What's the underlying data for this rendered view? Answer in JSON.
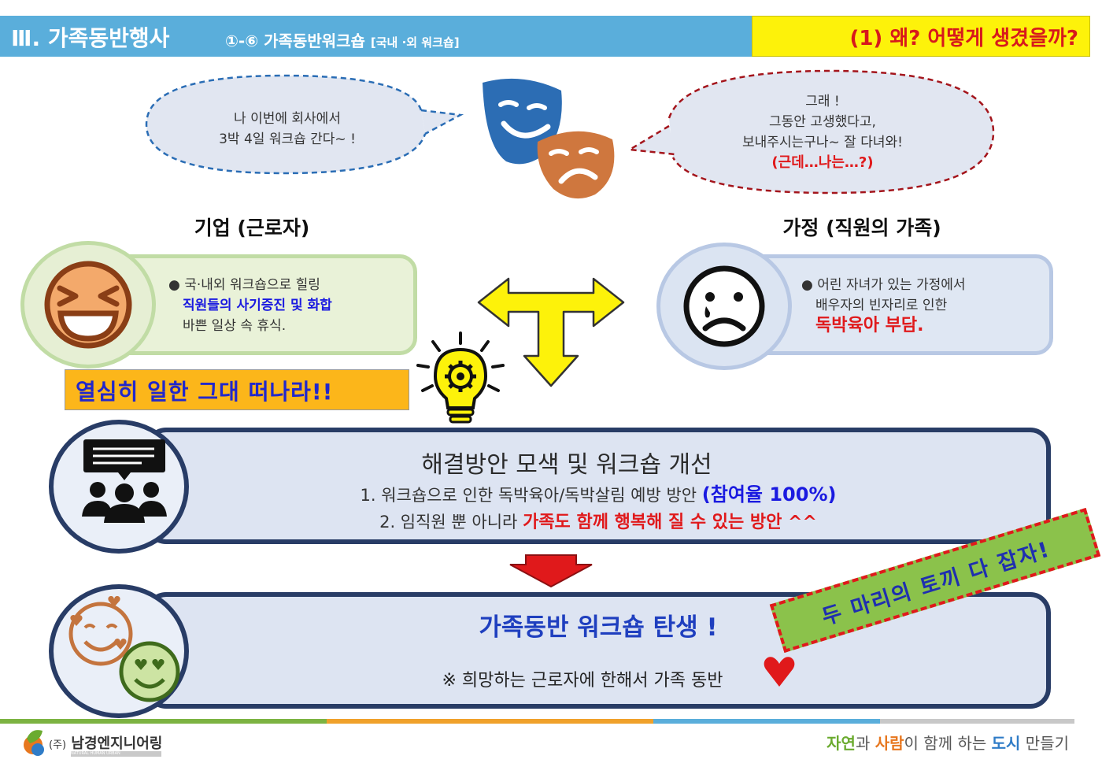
{
  "header": {
    "section": "Ⅲ. 가족동반행사",
    "subtitle": "①-⑥ 가족동반워크숍",
    "subtitle_small": "[국내 ·외 워크숍]",
    "question": "(1) 왜? 어떻게 생겼을까?"
  },
  "bubbles": {
    "left_lines": [
      "나 이번에 회사에서",
      "3박 4일 워크숍 간다~ !"
    ],
    "right_lines": [
      "그래 !",
      "그동안 고생했다고,",
      "보내주시는구나~ 잘 다녀와!"
    ],
    "right_emphasis": "(근데…나는…?)"
  },
  "company": {
    "title": "기업 (근로자)",
    "bullet": "●",
    "line1": "국·내외 워크숍으로 힐링",
    "line2": "직원들의 사기증진 및 화합",
    "line3": "바쁜 일상 속 휴식."
  },
  "family": {
    "title": "가정 (직원의 가족)",
    "bullet": "●",
    "line1": "어린 자녀가 있는 가정에서",
    "line2": "배우자의 빈자리로 인한",
    "line3": "독박육아 부담."
  },
  "slogan": "열심히 일한 그대 떠나라!!",
  "solution": {
    "title": "해결방안 모색 및 워크숍 개선",
    "line1_text": "1. 워크숍으로 인한 독박육아/독박살림 예방 방안",
    "line1_emphasis": "(참여율 100%)",
    "line2_text": "2. 임직원 뿐 아니라",
    "line2_emphasis": "가족도 함께 행복해 질 수 있는 방안 ^^"
  },
  "result": {
    "title": "가족동반 워크숍 탄생 !",
    "note": "※ 희망하는 근로자에 한해서 가족 동반"
  },
  "banner": "두 마리의 토끼 다 잡자!",
  "footer": {
    "company_prefix": "(주)",
    "company_name": "남경엔지니어링",
    "company_tagline": "NATURAL HUMAN URBAN",
    "slogan_parts": [
      "자연",
      "과 ",
      "사람",
      "이 함께 하는 ",
      "도시",
      " 만들기"
    ]
  },
  "colors": {
    "header_blue": "#5aaedb",
    "header_yellow": "#fdf20a",
    "red": "#e0191b",
    "blue": "#1a1ae0",
    "navy": "#283c66",
    "slogan_orange": "#fcb61a",
    "banner_green": "#8bc24b"
  },
  "icons": {
    "masks": "theater-masks-icon",
    "laugh": "laughing-face-icon",
    "cry": "crying-face-icon",
    "arrows": "three-way-arrow-icon",
    "idea": "lightbulb-gear-icon",
    "meeting": "meeting-people-icon",
    "down_arrow": "down-arrow-icon",
    "love": "love-faces-icon",
    "heart": "heart-icon",
    "logo": "company-logo-icon"
  }
}
